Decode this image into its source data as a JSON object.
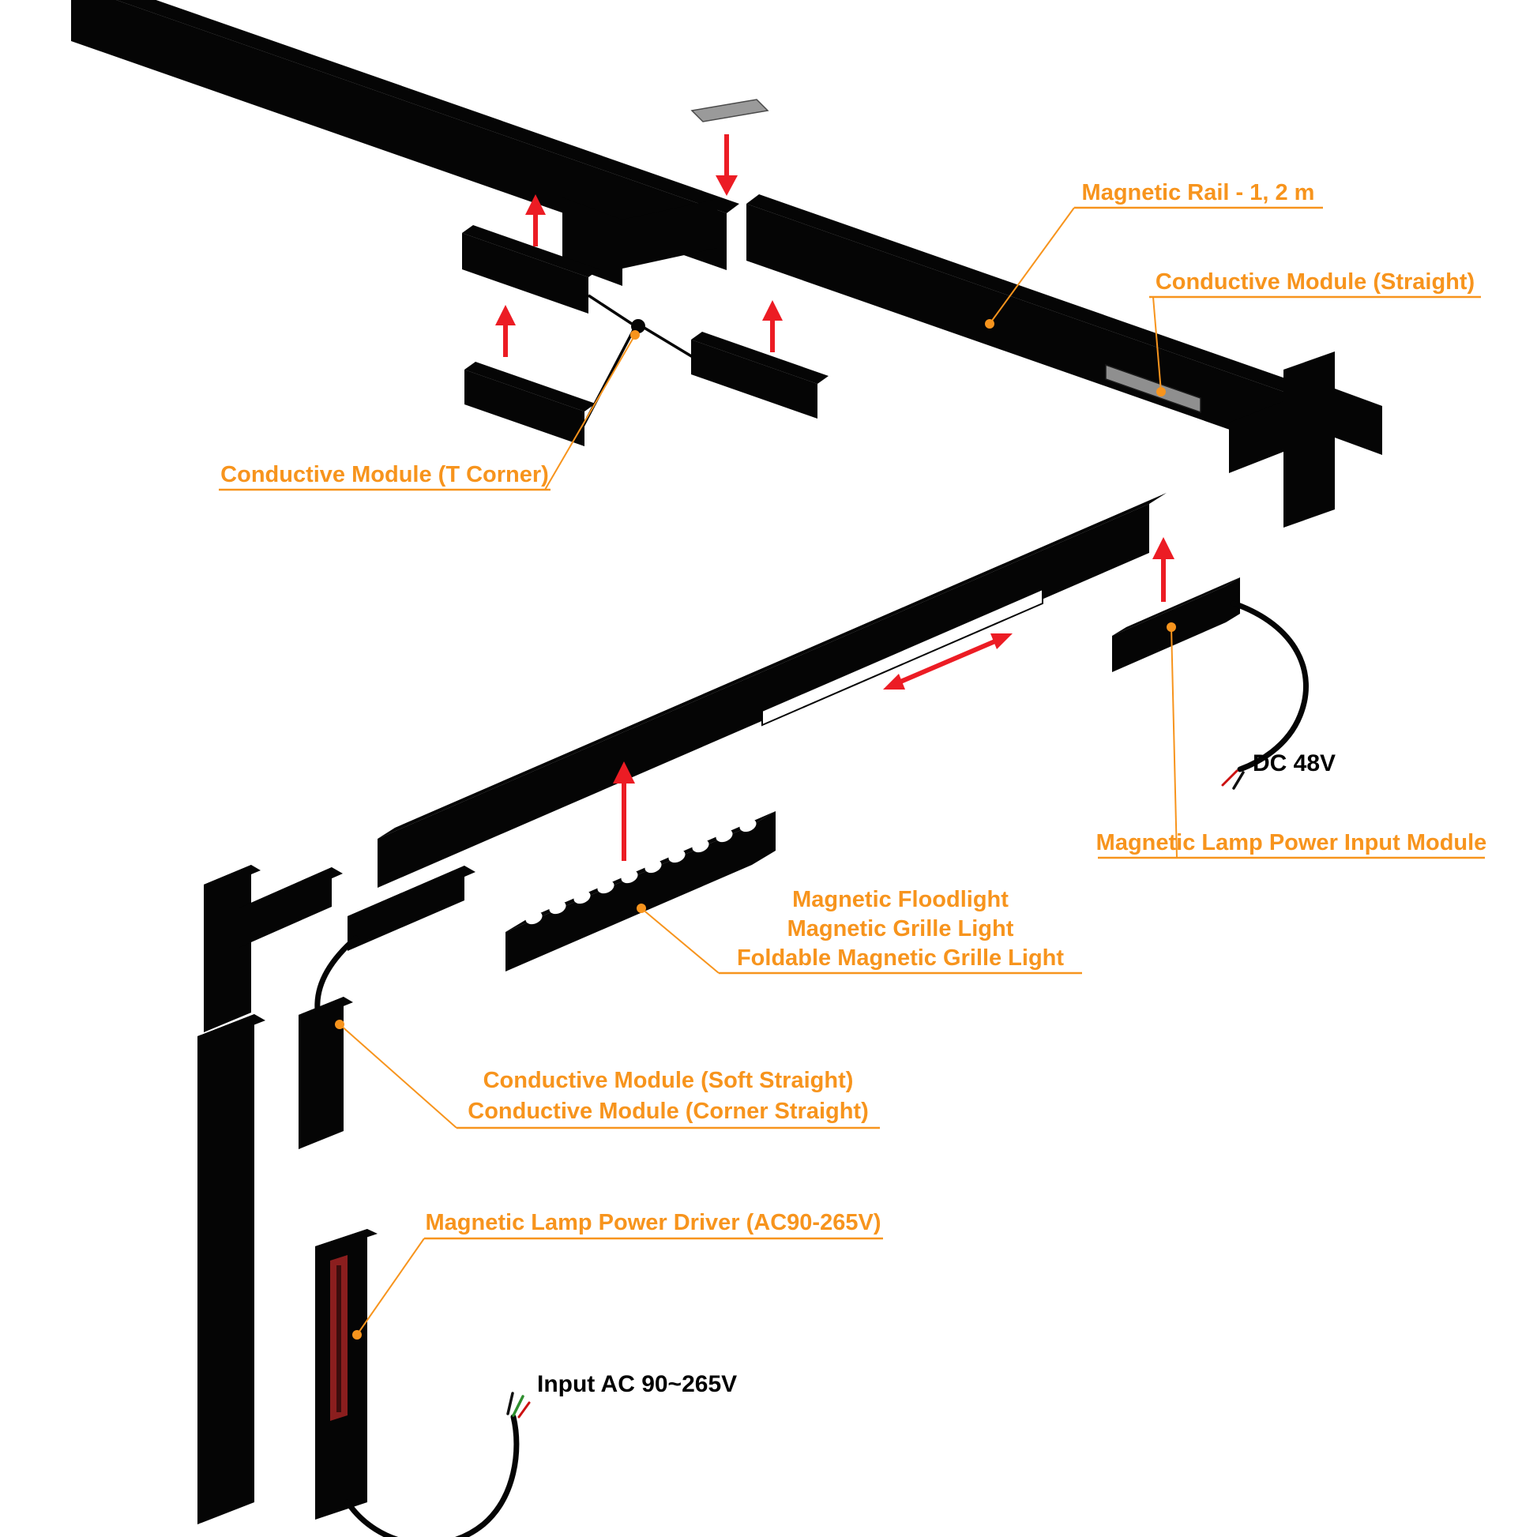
{
  "callouts": {
    "magnetic_rail": {
      "label": "Magnetic Rail - 1, 2 m"
    },
    "conductive_straight": {
      "label": "Conductive Module (Straight)"
    },
    "conductive_t_corner": {
      "label": "Conductive Module (T Corner)"
    },
    "power_input_module": {
      "label": "Magnetic Lamp Power Input Module"
    },
    "lights": {
      "line1": "Magnetic Floodlight",
      "line2": "Magnetic Grille Light",
      "line3": "Foldable Magnetic Grille Light"
    },
    "conductive_soft": {
      "line1": "Conductive Module (Soft Straight)",
      "line2": "Conductive Module (Corner Straight)"
    },
    "power_driver": {
      "label": "Magnetic Lamp Power Driver (AC90-265V)"
    }
  },
  "annotations": {
    "dc_output": "DC 48V",
    "ac_input": "Input AC 90~265V"
  },
  "colors": {
    "accent": "#F7941D",
    "arrow": "#EC1C24",
    "part": "#050505",
    "plate": "#9A9A9A",
    "recess": "#8F8F8F",
    "slot": "#FFFFFF",
    "stripe": "#8B1E1E",
    "wire_red": "#CC1111",
    "wire_green": "#2F8F2F",
    "background": "#FFFFFF"
  }
}
